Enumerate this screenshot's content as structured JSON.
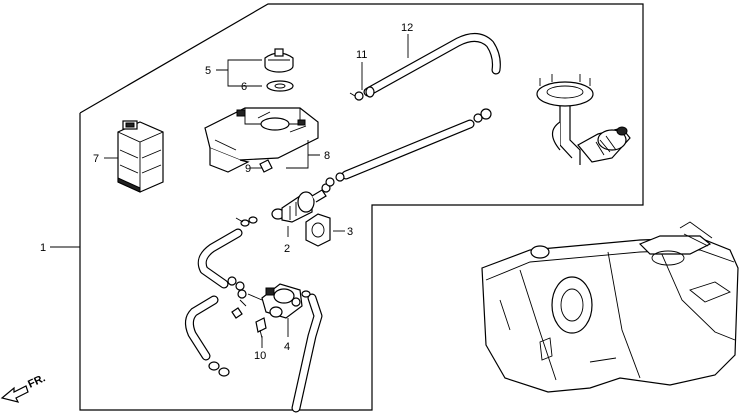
{
  "callouts": {
    "c1": "1",
    "c2": "2",
    "c3": "3",
    "c4": "4",
    "c5": "5",
    "c6": "6",
    "c7": "7",
    "c8": "8",
    "c9": "9",
    "c10": "10",
    "c11": "11",
    "c12": "12"
  },
  "direction_label": "FR."
}
